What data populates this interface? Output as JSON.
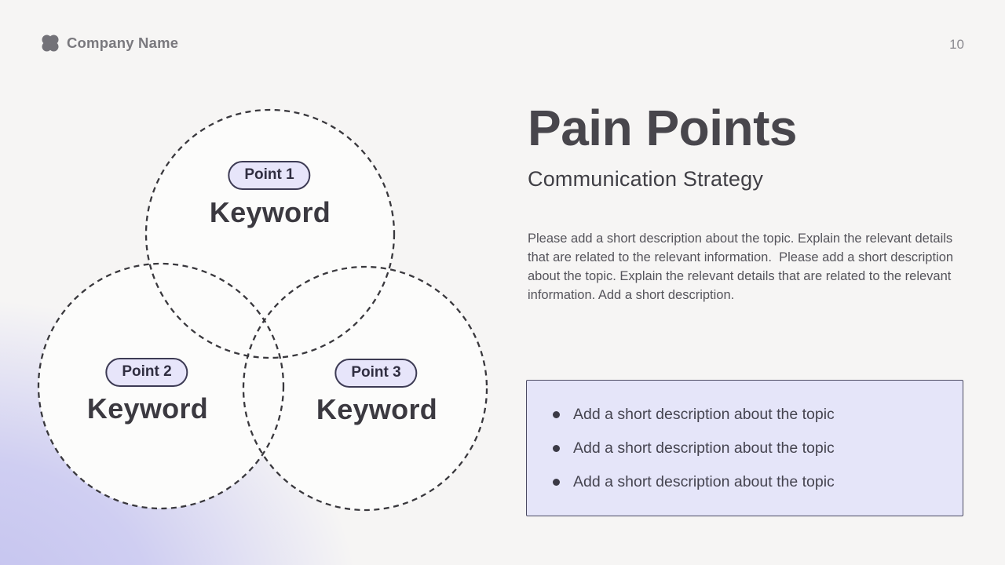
{
  "header": {
    "company_name": "Company Name",
    "page_number": "10"
  },
  "venn": {
    "points": [
      {
        "badge": "Point 1",
        "keyword": "Keyword"
      },
      {
        "badge": "Point 2",
        "keyword": "Keyword"
      },
      {
        "badge": "Point 3",
        "keyword": "Keyword"
      }
    ]
  },
  "content": {
    "title": "Pain Points",
    "subtitle": "Communication Strategy",
    "description": "Please add a short description about the topic. Explain the relevant details that are related to the relevant information.  Please add a short description about the topic. Explain the relevant details that are related to the relevant information. Add a short description.",
    "bullets": [
      "Add a short description about the topic",
      "Add a short description about the topic",
      "Add a short description about the topic"
    ]
  },
  "colors": {
    "background_base": "#f6f5f4",
    "background_corner_gradient": "#c3c2ee",
    "circle_fill": "#fcfcfb",
    "circle_dash_stroke": "#39383d",
    "badge_background": "#e7e5fa",
    "badge_border": "#3d3b54",
    "panel_background": "#e5e5f9",
    "panel_border": "#4b4a62",
    "title_text": "#48464c",
    "body_text": "#55545b",
    "header_text": "#7a797e"
  }
}
